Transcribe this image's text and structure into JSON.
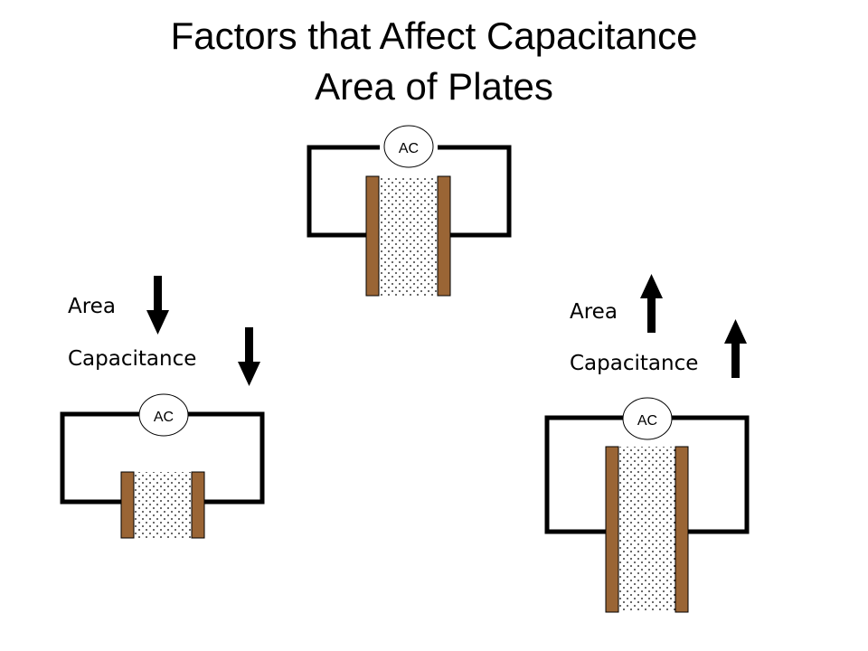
{
  "title": {
    "line1": "Factors that Affect Capacitance",
    "line2": "Area of Plates"
  },
  "colors": {
    "plate": "#9a6535",
    "wire": "#000000",
    "dielectric_dots": "#000000"
  },
  "circuits": [
    {
      "id": "reference",
      "source_label": "AC"
    },
    {
      "id": "smaller-area",
      "source_label": "AC",
      "area_label": "Area",
      "capacitance_label": "Capacitance",
      "area_arrow": "down-arrow-icon",
      "capacitance_arrow": "down-arrow-icon"
    },
    {
      "id": "larger-area",
      "source_label": "AC",
      "area_label": "Area",
      "capacitance_label": "Capacitance",
      "area_arrow": "up-arrow-icon",
      "capacitance_arrow": "up-arrow-icon"
    }
  ]
}
